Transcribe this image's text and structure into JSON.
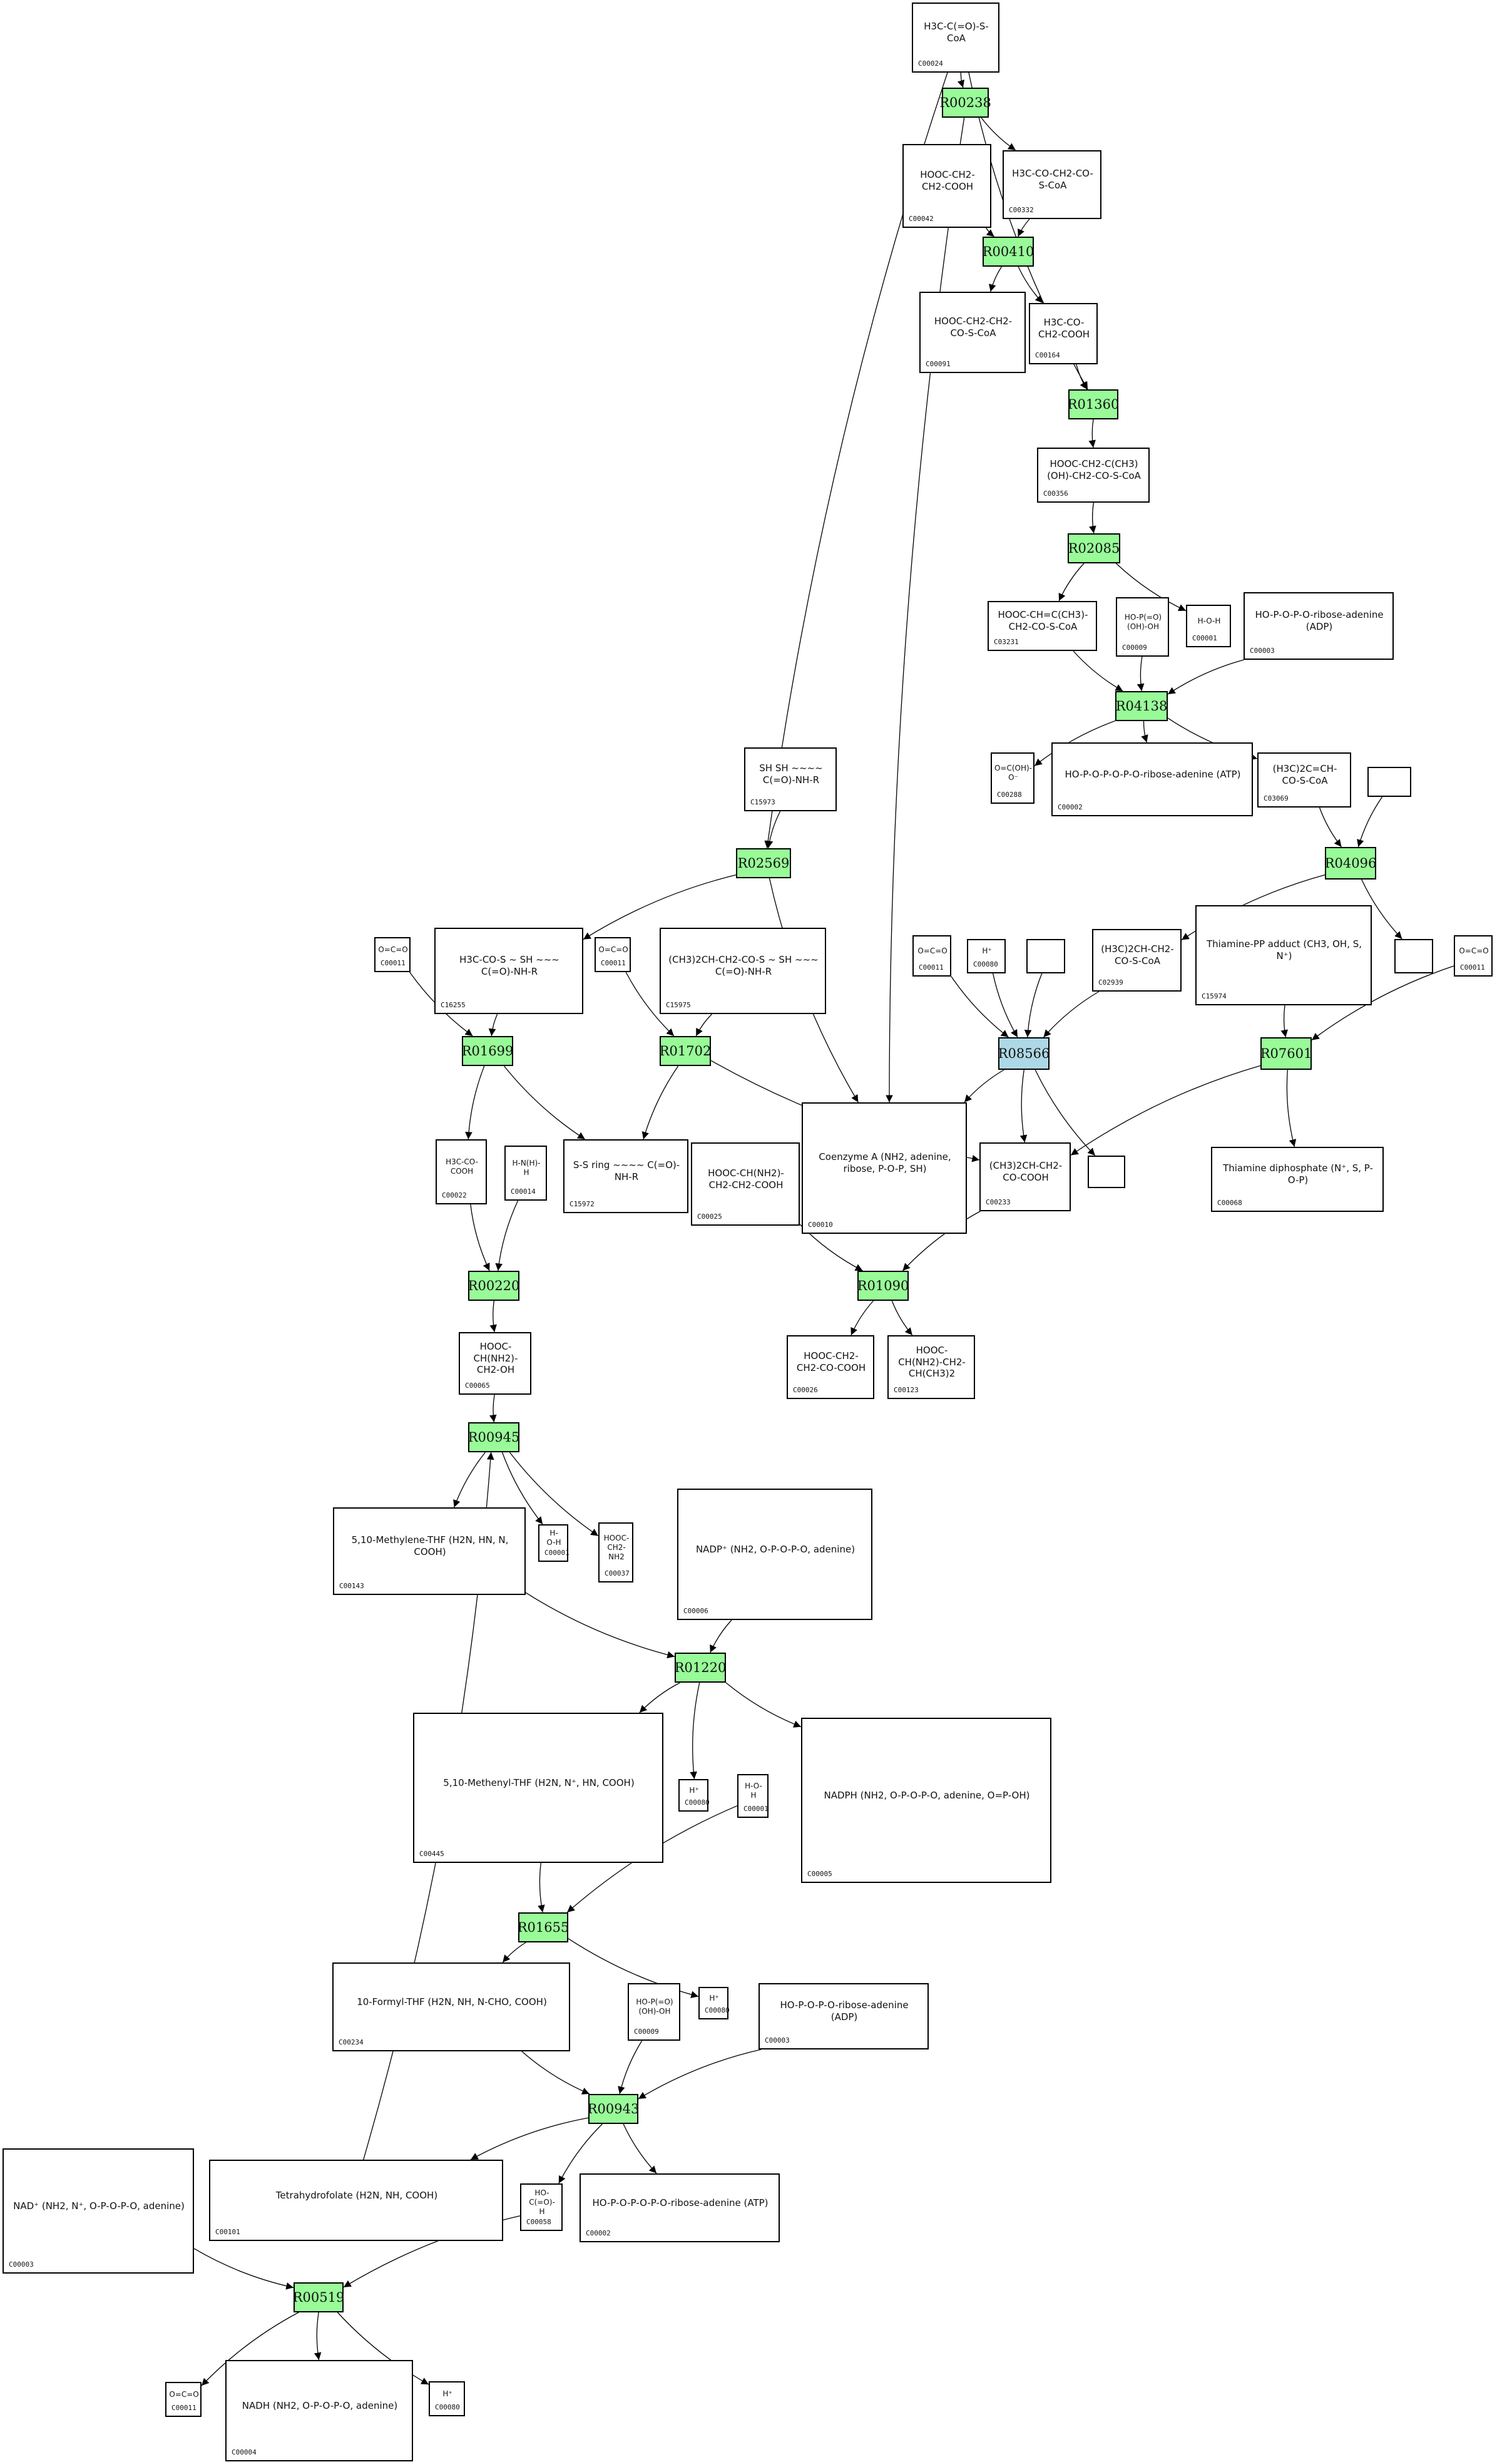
{
  "diagram": {
    "type": "metabolic-pathway",
    "colors": {
      "reaction_fill": "#98fb98",
      "reaction_highlight_fill": "#add8e6",
      "compound_fill": "#ffffff",
      "stroke": "#000000"
    },
    "reactions": [
      {
        "id": "R00238",
        "highlight": false
      },
      {
        "id": "R00410",
        "highlight": false
      },
      {
        "id": "R01360",
        "highlight": false
      },
      {
        "id": "R02085",
        "highlight": false
      },
      {
        "id": "R04138",
        "highlight": false
      },
      {
        "id": "R04096",
        "highlight": false
      },
      {
        "id": "R02569",
        "highlight": false
      },
      {
        "id": "R01699",
        "highlight": false
      },
      {
        "id": "R01702",
        "highlight": false
      },
      {
        "id": "R08566",
        "highlight": true
      },
      {
        "id": "R07601",
        "highlight": false
      },
      {
        "id": "R00220",
        "highlight": false
      },
      {
        "id": "R01090",
        "highlight": false
      },
      {
        "id": "R00945",
        "highlight": false
      },
      {
        "id": "R01220",
        "highlight": false
      },
      {
        "id": "R01655",
        "highlight": false
      },
      {
        "id": "R00943",
        "highlight": false
      },
      {
        "id": "R00519",
        "highlight": false
      }
    ],
    "compounds": [
      {
        "key": "c00024",
        "id": "C00024",
        "formula": "H3C-C(=O)-S-CoA"
      },
      {
        "key": "c00042",
        "id": "C00042",
        "formula": "HOOC-CH2-CH2-COOH"
      },
      {
        "key": "c00332",
        "id": "C00332",
        "formula": "H3C-CO-CH2-CO-S-CoA"
      },
      {
        "key": "c00091",
        "id": "C00091",
        "formula": "HOOC-CH2-CH2-CO-S-CoA"
      },
      {
        "key": "c00164",
        "id": "C00164",
        "formula": "H3C-CO-CH2-COOH"
      },
      {
        "key": "c00356",
        "id": "C00356",
        "formula": "HOOC-CH2-C(CH3)(OH)-CH2-CO-S-CoA"
      },
      {
        "key": "c03231",
        "id": "C03231",
        "formula": "HOOC-CH=C(CH3)-CH2-CO-S-CoA"
      },
      {
        "key": "c00009a",
        "id": "C00009",
        "formula": "HO-P(=O)(OH)-OH"
      },
      {
        "key": "c00001a",
        "id": "C00001",
        "formula": "H-O-H"
      },
      {
        "key": "c00003a",
        "id": "C00003",
        "formula": "HO-P-O-P-O-ribose-adenine (ADP)"
      },
      {
        "key": "c00288",
        "id": "C00288",
        "formula": "O=C(OH)-O⁻"
      },
      {
        "key": "c00002a",
        "id": "C00002",
        "formula": "HO-P-O-P-O-P-O-ribose-adenine (ATP)"
      },
      {
        "key": "c03069",
        "id": "C03069",
        "formula": "(H3C)2C=CH-CO-S-CoA"
      },
      {
        "key": "blank1",
        "id": "",
        "formula": ""
      },
      {
        "key": "c15973",
        "id": "C15973",
        "formula": "SH SH ~~~~ C(=O)-NH-R"
      },
      {
        "key": "c00011a",
        "id": "C00011",
        "formula": "O=C=O"
      },
      {
        "key": "c16255",
        "id": "C16255",
        "formula": "H3C-CO-S ~ SH ~~~ C(=O)-NH-R"
      },
      {
        "key": "c00011b",
        "id": "C00011",
        "formula": "O=C=O"
      },
      {
        "key": "c15975",
        "id": "C15975",
        "formula": "(CH3)2CH-CH2-CO-S ~ SH ~~~ C(=O)-NH-R"
      },
      {
        "key": "c00011c",
        "id": "C00011",
        "formula": "O=C=O"
      },
      {
        "key": "c00080a",
        "id": "C00080",
        "formula": "H⁺"
      },
      {
        "key": "blank2",
        "id": "",
        "formula": ""
      },
      {
        "key": "c02939",
        "id": "C02939",
        "formula": "(H3C)2CH-CH2-CO-S-CoA"
      },
      {
        "key": "c15974",
        "id": "C15974",
        "formula": "Thiamine-PP adduct (CH3, OH, S, N⁺)"
      },
      {
        "key": "blank3",
        "id": "",
        "formula": ""
      },
      {
        "key": "c00011d",
        "id": "C00011",
        "formula": "O=C=O"
      },
      {
        "key": "c00022",
        "id": "C00022",
        "formula": "H3C-CO-COOH"
      },
      {
        "key": "c00014",
        "id": "C00014",
        "formula": "H-N(H)-H"
      },
      {
        "key": "c15972",
        "id": "C15972",
        "formula": "S-S ring ~~~~ C(=O)-NH-R"
      },
      {
        "key": "c00025",
        "id": "C00025",
        "formula": "HOOC-CH(NH2)-CH2-CH2-COOH"
      },
      {
        "key": "c00010",
        "id": "C00010",
        "formula": "Coenzyme A (NH2, adenine, ribose, P-O-P, SH)"
      },
      {
        "key": "c00233",
        "id": "C00233",
        "formula": "(CH3)2CH-CH2-CO-COOH"
      },
      {
        "key": "blank4",
        "id": "",
        "formula": ""
      },
      {
        "key": "c00068",
        "id": "C00068",
        "formula": "Thiamine diphosphate (N⁺, S, P-O-P)"
      },
      {
        "key": "c00065",
        "id": "C00065",
        "formula": "HOOC-CH(NH2)-CH2-OH"
      },
      {
        "key": "c00026",
        "id": "C00026",
        "formula": "HOOC-CH2-CH2-CO-COOH"
      },
      {
        "key": "c00123",
        "id": "C00123",
        "formula": "HOOC-CH(NH2)-CH2-CH(CH3)2"
      },
      {
        "key": "c00143",
        "id": "C00143",
        "formula": "5,10-Methylene-THF (H2N, HN, N, COOH)"
      },
      {
        "key": "c00001b",
        "id": "C00001",
        "formula": "H-O-H"
      },
      {
        "key": "c00037",
        "id": "C00037",
        "formula": "HOOC-CH2-NH2"
      },
      {
        "key": "c00006",
        "id": "C00006",
        "formula": "NADP⁺ (NH2, O-P-O-P-O, adenine)"
      },
      {
        "key": "c00445",
        "id": "C00445",
        "formula": "5,10-Methenyl-THF (H2N, N⁺, HN, COOH)"
      },
      {
        "key": "c00080b",
        "id": "C00080",
        "formula": "H⁺"
      },
      {
        "key": "c00001c",
        "id": "C00001",
        "formula": "H-O-H"
      },
      {
        "key": "c00005",
        "id": "C00005",
        "formula": "NADPH (NH2, O-P-O-P-O, adenine, O=P-OH)"
      },
      {
        "key": "c00234",
        "id": "C00234",
        "formula": "10-Formyl-THF (H2N, NH, N-CHO, COOH)"
      },
      {
        "key": "c00009b",
        "id": "C00009",
        "formula": "HO-P(=O)(OH)-OH"
      },
      {
        "key": "c00080c",
        "id": "C00080",
        "formula": "H⁺"
      },
      {
        "key": "c00003b",
        "id": "C00003",
        "formula": "HO-P-O-P-O-ribose-adenine (ADP)"
      },
      {
        "key": "c00003c",
        "id": "C00003",
        "formula": "NAD⁺ (NH2, N⁺, O-P-O-P-O, adenine)"
      },
      {
        "key": "c00101",
        "id": "C00101",
        "formula": "Tetrahydrofolate (H2N, NH, COOH)"
      },
      {
        "key": "c00058",
        "id": "C00058",
        "formula": "HO-C(=O)-H"
      },
      {
        "key": "c00002b",
        "id": "C00002",
        "formula": "HO-P-O-P-O-P-O-ribose-adenine (ATP)"
      },
      {
        "key": "c00011e",
        "id": "C00011",
        "formula": "O=C=O"
      },
      {
        "key": "c00004",
        "id": "C00004",
        "formula": "NADH (NH2, O-P-O-P-O, adenine)"
      },
      {
        "key": "c00080d",
        "id": "C00080",
        "formula": "H⁺"
      }
    ],
    "edges": [
      [
        "c00024",
        "R00238"
      ],
      [
        "R00238",
        "c00332"
      ],
      [
        "c00024",
        "R02569"
      ],
      [
        "c00024",
        "R01360"
      ],
      [
        "R00238",
        "c00010"
      ],
      [
        "c00042",
        "R00410"
      ],
      [
        "c00332",
        "R00410"
      ],
      [
        "R00410",
        "c00091"
      ],
      [
        "R00410",
        "c00164"
      ],
      [
        "c00164",
        "R01360"
      ],
      [
        "R01360",
        "c00356"
      ],
      [
        "c00356",
        "R02085"
      ],
      [
        "R02085",
        "c03231"
      ],
      [
        "R02085",
        "c00001a"
      ],
      [
        "c03231",
        "R04138"
      ],
      [
        "c00009a",
        "R04138"
      ],
      [
        "c00003a",
        "R04138"
      ],
      [
        "R04138",
        "c00288"
      ],
      [
        "R04138",
        "c00002a"
      ],
      [
        "R04138",
        "c03069"
      ],
      [
        "c03069",
        "R04096"
      ],
      [
        "blank1",
        "R04096"
      ],
      [
        "R04096",
        "c02939"
      ],
      [
        "R04096",
        "blank3"
      ],
      [
        "c15973",
        "R02569"
      ],
      [
        "R02569",
        "c16255"
      ],
      [
        "R02569",
        "c00010"
      ],
      [
        "c00011a",
        "R01699"
      ],
      [
        "c16255",
        "R01699"
      ],
      [
        "R01699",
        "c00022"
      ],
      [
        "R01699",
        "c15972"
      ],
      [
        "c00011b",
        "R01702"
      ],
      [
        "c15975",
        "R01702"
      ],
      [
        "R01702",
        "c15972"
      ],
      [
        "R01702",
        "c00233"
      ],
      [
        "c00011c",
        "R08566"
      ],
      [
        "c00080a",
        "R08566"
      ],
      [
        "blank2",
        "R08566"
      ],
      [
        "c02939",
        "R08566"
      ],
      [
        "R08566",
        "c00010"
      ],
      [
        "R08566",
        "c00233"
      ],
      [
        "R08566",
        "blank4"
      ],
      [
        "c15974",
        "R07601"
      ],
      [
        "c00011d",
        "R07601"
      ],
      [
        "R07601",
        "c00233"
      ],
      [
        "R07601",
        "c00068"
      ],
      [
        "c00022",
        "R00220"
      ],
      [
        "c00014",
        "R00220"
      ],
      [
        "R00220",
        "c00065"
      ],
      [
        "c00025",
        "R01090"
      ],
      [
        "c00233",
        "R01090"
      ],
      [
        "R01090",
        "c00026"
      ],
      [
        "R01090",
        "c00123"
      ],
      [
        "c00065",
        "R00945"
      ],
      [
        "c00101",
        "R00945"
      ],
      [
        "R00945",
        "c00143"
      ],
      [
        "R00945",
        "c00001b"
      ],
      [
        "R00945",
        "c00037"
      ],
      [
        "c00143",
        "R01220"
      ],
      [
        "c00006",
        "R01220"
      ],
      [
        "R01220",
        "c00445"
      ],
      [
        "R01220",
        "c00080b"
      ],
      [
        "R01220",
        "c00005"
      ],
      [
        "c00445",
        "R01655"
      ],
      [
        "c00001c",
        "R01655"
      ],
      [
        "R01655",
        "c00234"
      ],
      [
        "R01655",
        "c00080c"
      ],
      [
        "c00234",
        "R00943"
      ],
      [
        "c00009b",
        "R00943"
      ],
      [
        "c00003b",
        "R00943"
      ],
      [
        "R00943",
        "c00101"
      ],
      [
        "R00943",
        "c00058"
      ],
      [
        "R00943",
        "c00002b"
      ],
      [
        "c00003c",
        "R00519"
      ],
      [
        "c00058",
        "R00519"
      ],
      [
        "R00519",
        "c00011e"
      ],
      [
        "R00519",
        "c00004"
      ],
      [
        "R00519",
        "c00080d"
      ]
    ]
  }
}
